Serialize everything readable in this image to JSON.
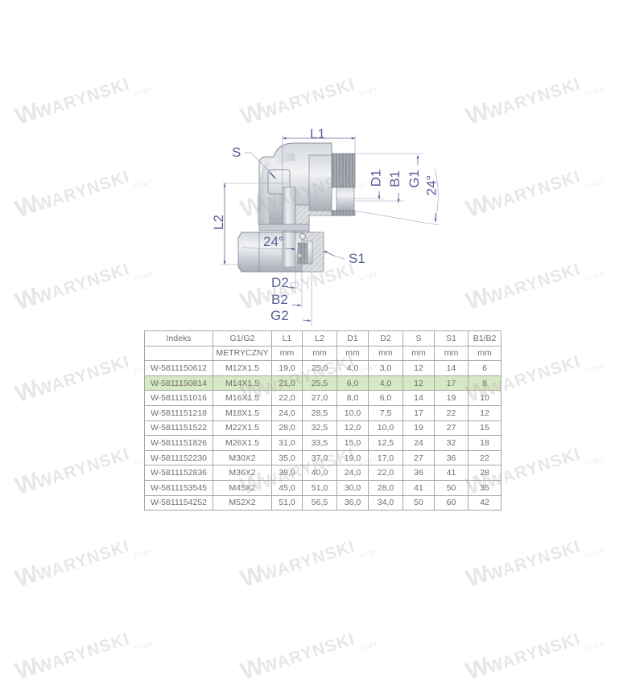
{
  "watermark": {
    "brand": "WARYNSKI",
    "sub": "Origin",
    "logo": "W"
  },
  "diagram": {
    "title": "90° swivel elbow fitting with 24° cone",
    "labels": {
      "L1": "L1",
      "L2": "L2",
      "S": "S",
      "S1": "S1",
      "D1": "D1",
      "B1": "B1",
      "G1": "G1",
      "D2": "D2",
      "B2": "B2",
      "G2": "G2",
      "angle_top": "24°",
      "angle_bottom": "24°"
    },
    "colors": {
      "label": "#5a5f93",
      "body_light": "#e4e6ea",
      "body_mid": "#c3c7cf",
      "body_dark": "#8d939d",
      "hatch": "#b9bcc3"
    }
  },
  "table": {
    "columns": [
      "Indeks",
      "G1/G2",
      "L1",
      "L2",
      "D1",
      "D2",
      "S",
      "S1",
      "B1/B2"
    ],
    "units": [
      "",
      "METRYCZNY",
      "mm",
      "mm",
      "mm",
      "mm",
      "mm",
      "mm",
      "mm"
    ],
    "highlight_color": "#d7e9c4",
    "highlighted_row": 1,
    "rows": [
      [
        "W-5811150612",
        "M12X1.5",
        "19,0",
        "25,0",
        "4,0",
        "3,0",
        "12",
        "14",
        "6"
      ],
      [
        "W-5811150814",
        "M14X1.5",
        "21,0",
        "25,5",
        "6,0",
        "4,0",
        "12",
        "17",
        "8"
      ],
      [
        "W-5811151016",
        "M16X1.5",
        "22,0",
        "27,0",
        "8,0",
        "6,0",
        "14",
        "19",
        "10"
      ],
      [
        "W-5811151218",
        "M18X1.5",
        "24,0",
        "28,5",
        "10,0",
        "7,5",
        "17",
        "22",
        "12"
      ],
      [
        "W-5811151522",
        "M22X1.5",
        "28,0",
        "32,5",
        "12,0",
        "10,0",
        "19",
        "27",
        "15"
      ],
      [
        "W-5811151826",
        "M26X1.5",
        "31,0",
        "33,5",
        "15,0",
        "12,5",
        "24",
        "32",
        "18"
      ],
      [
        "W-5811152230",
        "M30X2",
        "35,0",
        "37,0",
        "19,0",
        "17,0",
        "27",
        "36",
        "22"
      ],
      [
        "W-5811152836",
        "M36X2",
        "38,0",
        "40,0",
        "24,0",
        "22,0",
        "36",
        "41",
        "28"
      ],
      [
        "W-5811153545",
        "M45X2",
        "45,0",
        "51,0",
        "30,0",
        "28,0",
        "41",
        "50",
        "35"
      ],
      [
        "W-5811154252",
        "M52X2",
        "51,0",
        "56,5",
        "36,0",
        "34,0",
        "50",
        "60",
        "42"
      ]
    ]
  }
}
